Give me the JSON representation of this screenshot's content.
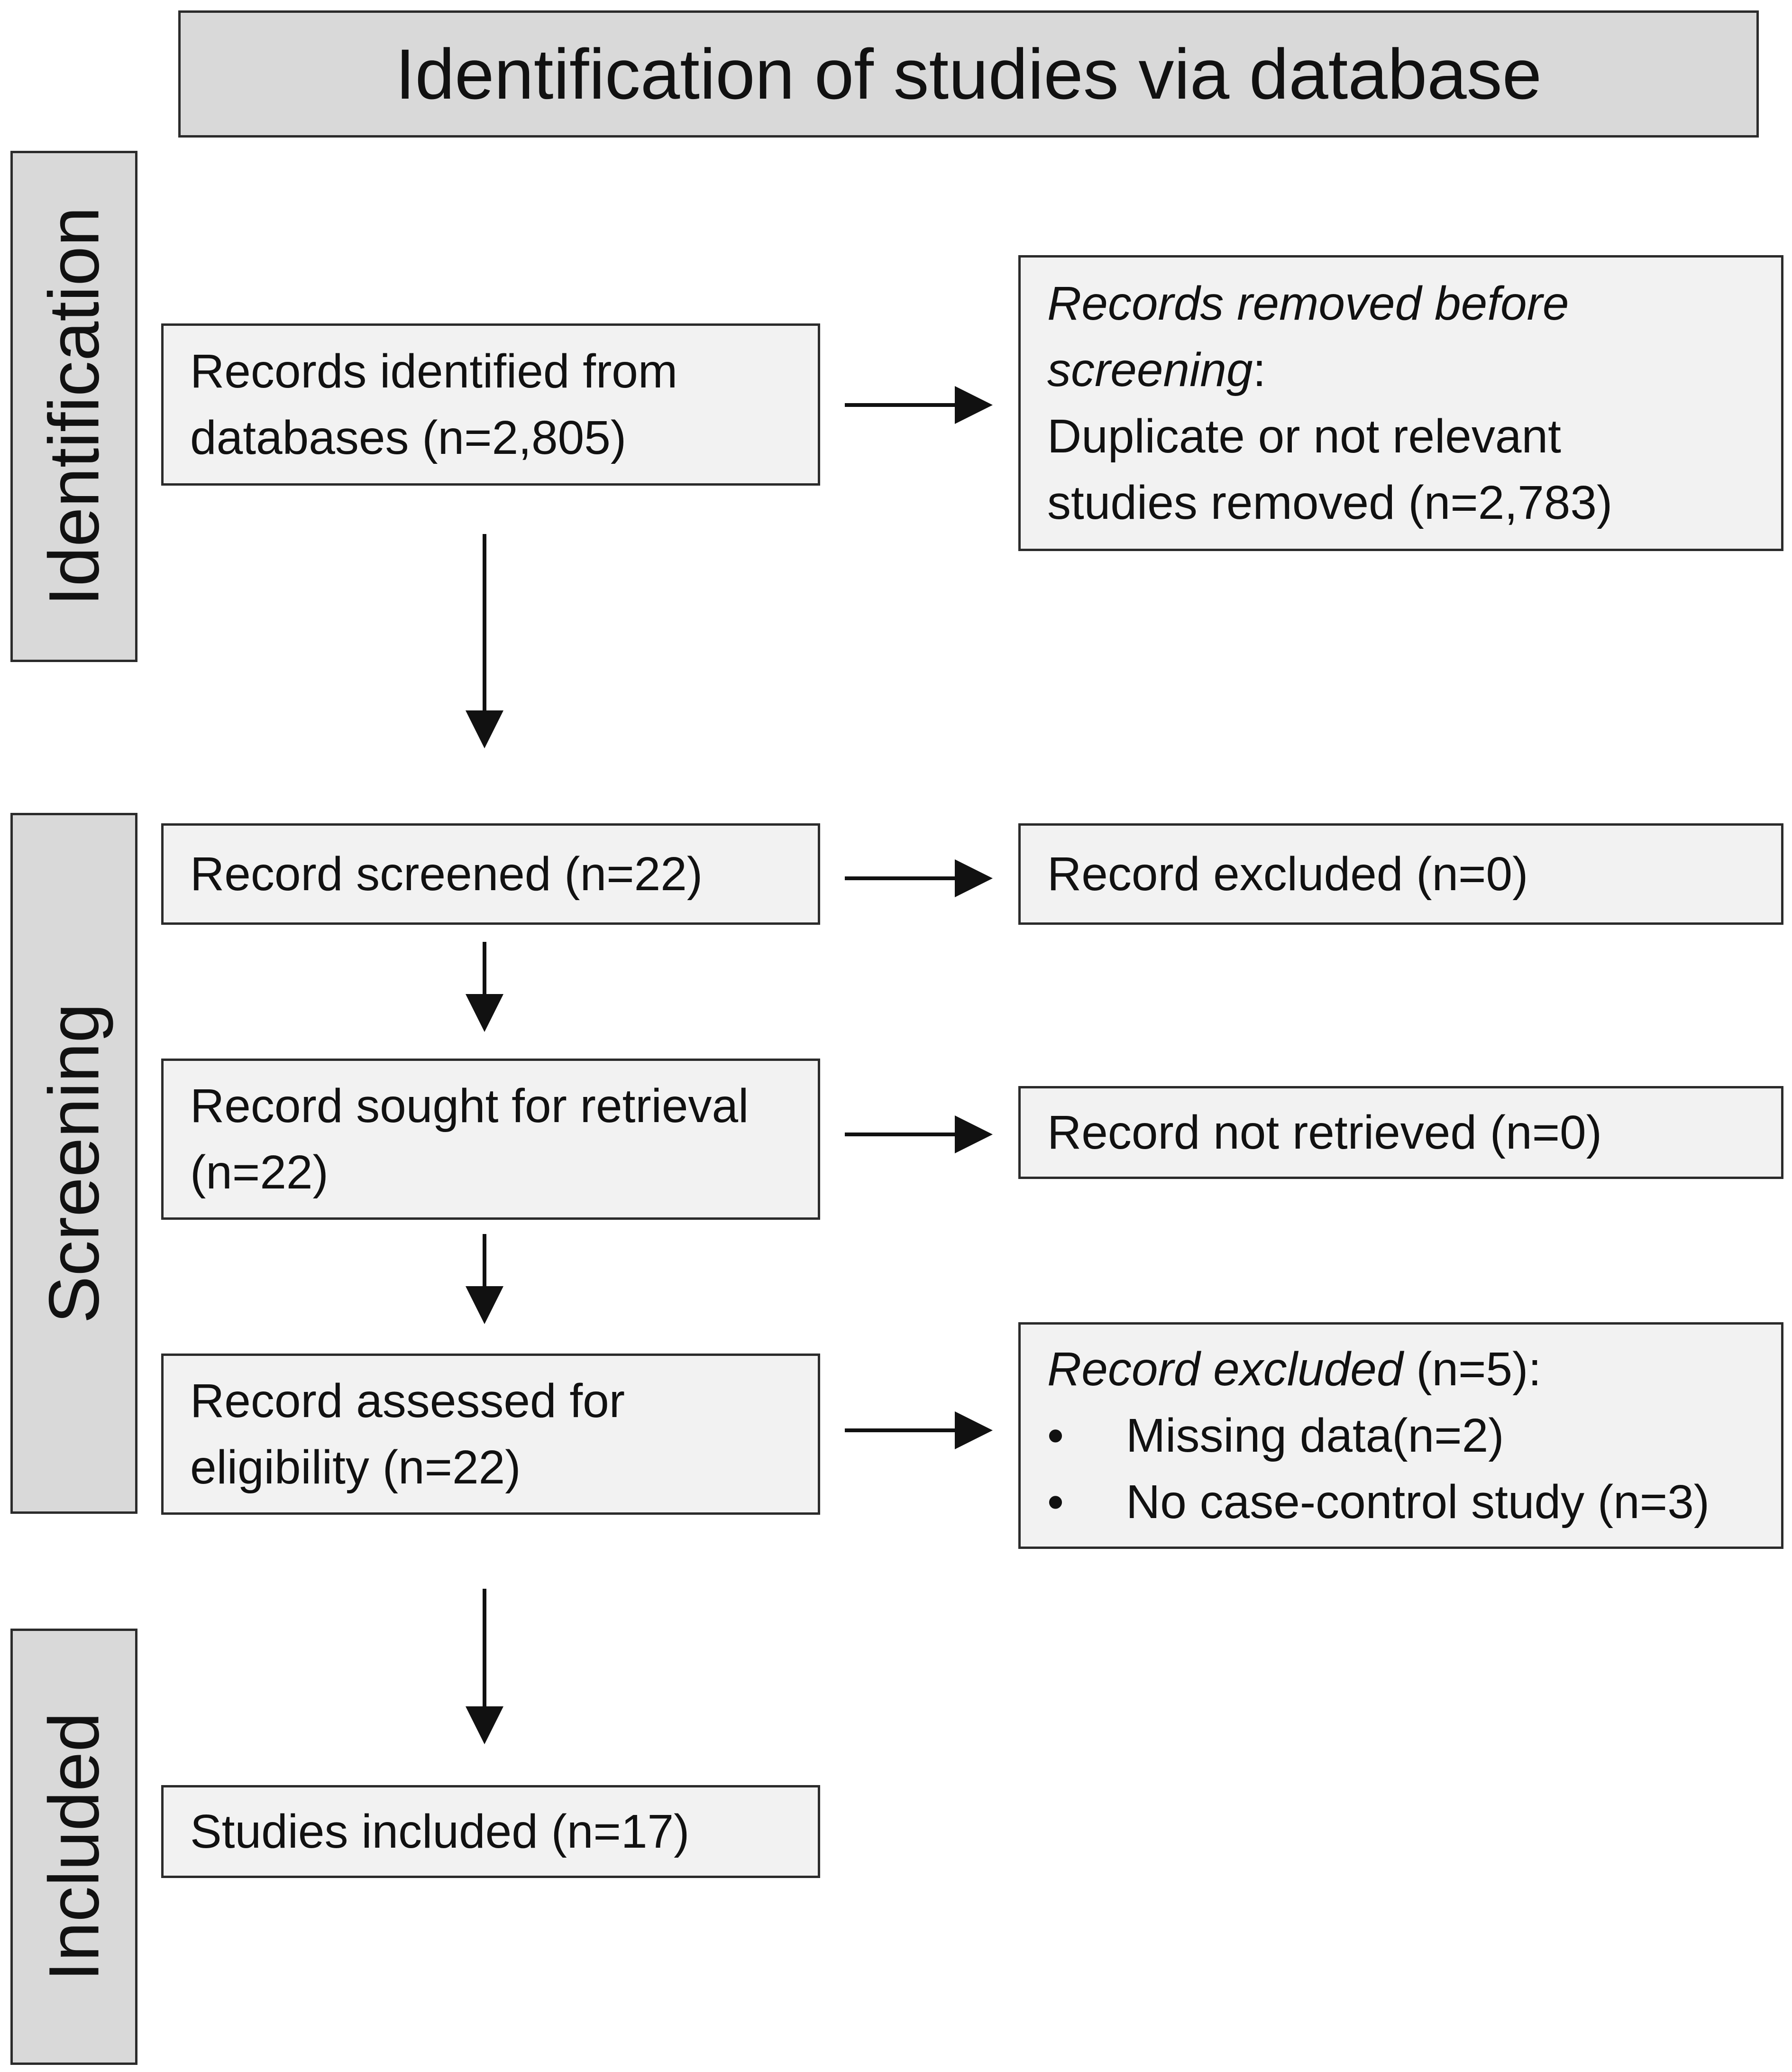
{
  "title": "Identification of studies via database",
  "stages": {
    "identification": "Identification",
    "screening": "Screening",
    "included": "Included"
  },
  "left_boxes": {
    "identified": {
      "line1": "Records identified from",
      "line2": "databases (n=2,805)"
    },
    "screened": {
      "text": "Record screened (n=22)"
    },
    "sought": {
      "line1": "Record sought for retrieval",
      "line2": "(n=22)"
    },
    "assessed": {
      "line1": "Record assessed for",
      "line2": "eligibility (n=22)"
    },
    "included": {
      "text": "Studies included (n=17)"
    }
  },
  "right_boxes": {
    "removed": {
      "heading_italic_1": "Records removed before",
      "heading_italic_2": "screening",
      "heading_colon": ":",
      "line3": "Duplicate or not relevant",
      "line4": "studies removed (n=2,783)"
    },
    "excluded_screen": {
      "text": "Record excluded (n=0)"
    },
    "not_retrieved": {
      "text": "Record not retrieved  (n=0)"
    },
    "excluded_eligibility": {
      "heading_italic": "Record excluded",
      "heading_rest": " (n=5):",
      "bullet": "•",
      "items": [
        "Missing data(n=2)",
        "No case-control study (n=3)"
      ]
    }
  }
}
